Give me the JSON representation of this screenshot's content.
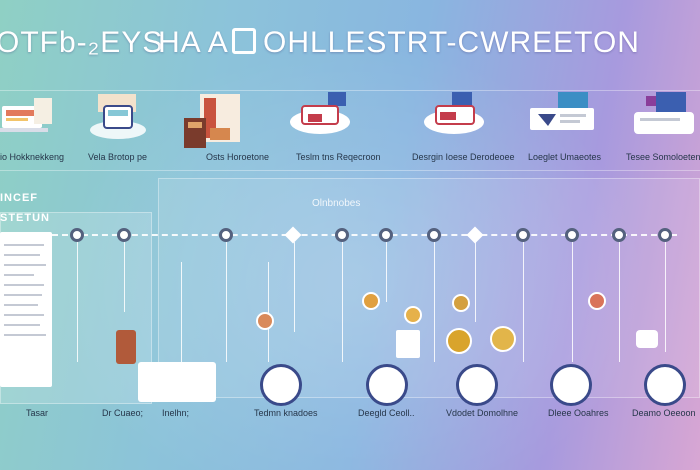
{
  "header": {
    "title_part1": "OTFb-₂EYS",
    "title_part2": "HA A",
    "title_part3": "OHLLESTRT-CWREETON"
  },
  "stages": [
    {
      "label": "io Hokknekkeng",
      "icon": "laptop-icon"
    },
    {
      "label": "Vela Brotop pe",
      "icon": "box-icon"
    },
    {
      "label": "Osts Horoetone",
      "icon": "building-icon"
    },
    {
      "label": "Teslm tns Reqecroon",
      "icon": "monitor-icon"
    },
    {
      "label": "Desrgin Ioese Derodeoee",
      "icon": "monitor-icon"
    },
    {
      "label": "Loeglet Umaeotes",
      "icon": "tablet-icon"
    },
    {
      "label": "Tesee Somoloetene",
      "icon": "monitor-icon"
    }
  ],
  "side": {
    "title1": "INCEF",
    "title2": "STETUN",
    "panel_label": "Olnbnobes"
  },
  "bottom": {
    "labels": [
      {
        "text": "Tasar"
      },
      {
        "text": "Dr Cuaeo;"
      },
      {
        "text": "Inelhn;"
      },
      {
        "text": "Tedmn knadoes"
      },
      {
        "text": "Deegld Ceoll.."
      },
      {
        "text": "Vdodet Domolhne"
      },
      {
        "text": "Dleee Ooahres"
      },
      {
        "text": "Deamo Oeeoon"
      }
    ]
  },
  "colors": {
    "accent_navy": "#3a4a8a",
    "node_stroke": "#54617e",
    "text_dark": "#26364a"
  }
}
